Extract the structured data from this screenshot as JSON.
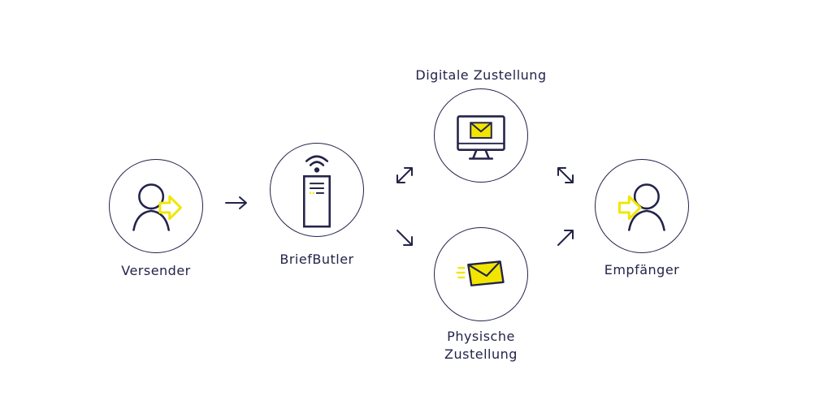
{
  "colors": {
    "ink": "#23234a",
    "accent": "#f2e600",
    "background": "#ffffff"
  },
  "nodes": {
    "versender": {
      "label": "Versender",
      "icon": "person-arrow-out-icon"
    },
    "briefbutler": {
      "label": "BriefButler",
      "icon": "wireless-server-icon"
    },
    "digital": {
      "label": "Digitale Zustellung",
      "icon": "monitor-mail-icon"
    },
    "physical": {
      "label_line1": "Physische",
      "label_line2": "Zustellung",
      "icon": "flying-envelope-icon"
    },
    "empfaenger": {
      "label": "Empfänger",
      "icon": "person-arrow-in-icon"
    }
  },
  "edges": [
    {
      "from": "Versender",
      "to": "BriefButler"
    },
    {
      "from": "BriefButler",
      "to": "Digitale Zustellung"
    },
    {
      "from": "BriefButler",
      "to": "Physische Zustellung"
    },
    {
      "from": "Digitale Zustellung",
      "to": "Empfänger"
    },
    {
      "from": "Physische Zustellung",
      "to": "Empfänger"
    }
  ]
}
